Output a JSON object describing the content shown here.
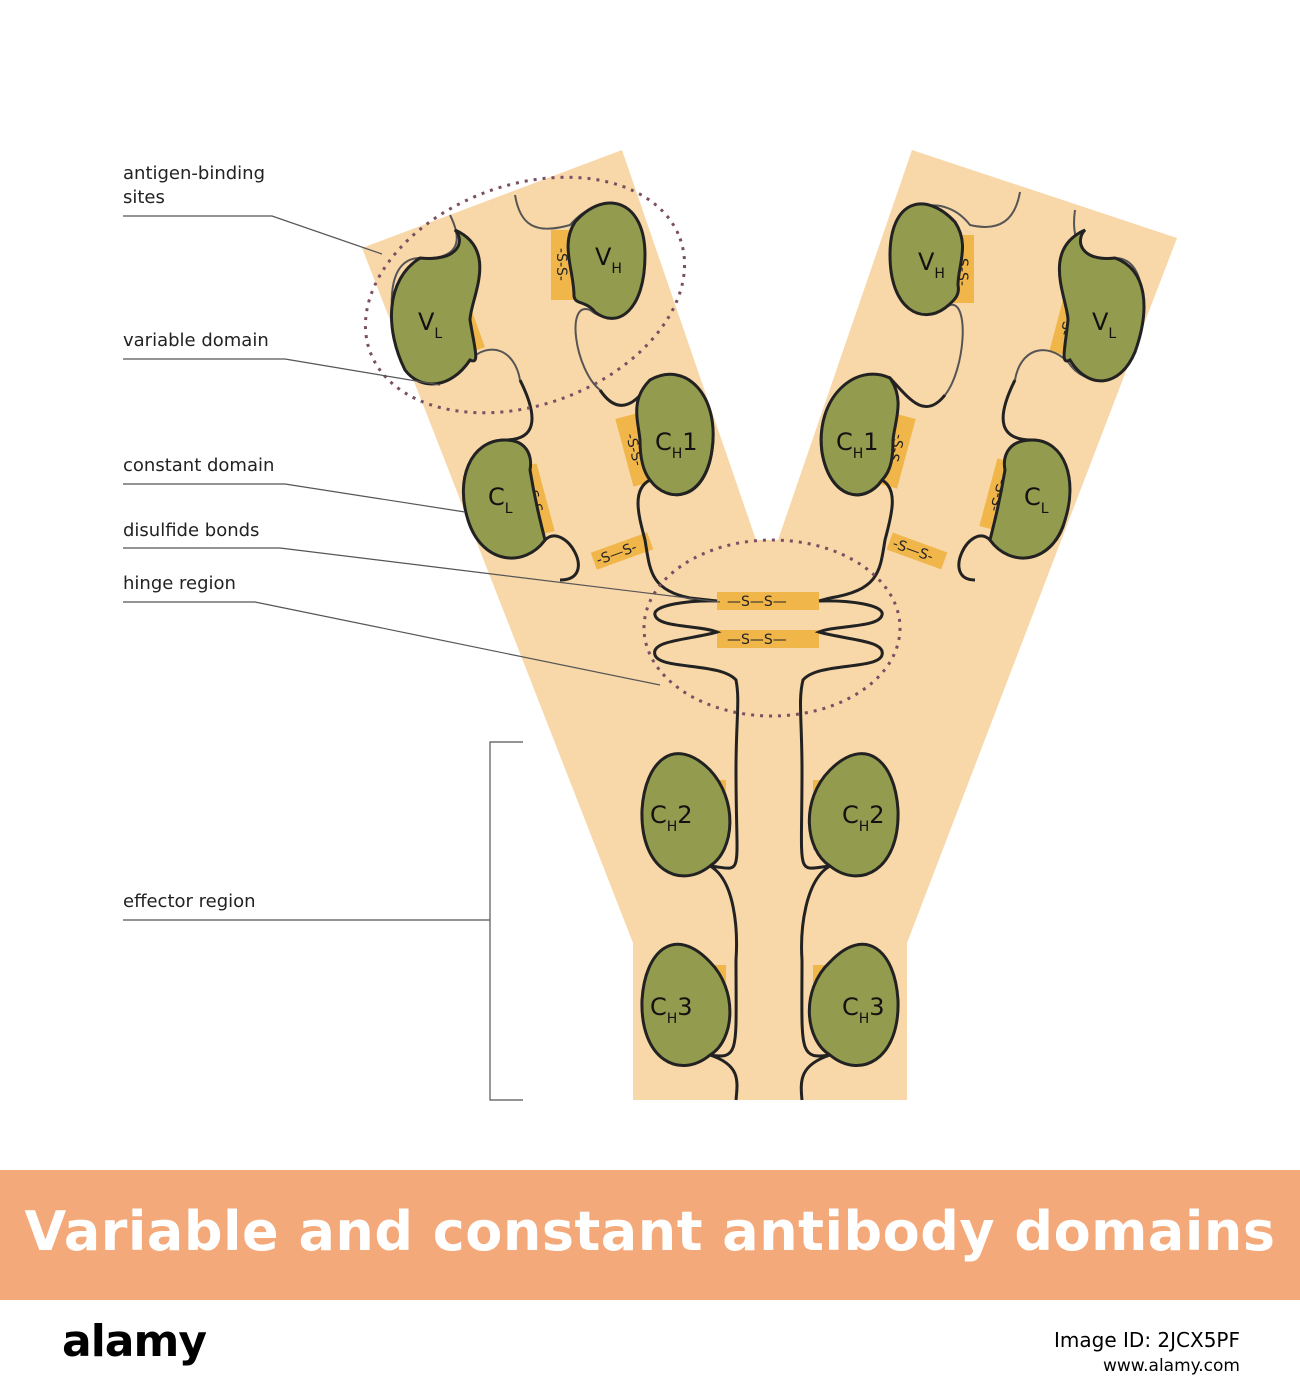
{
  "labels": {
    "antigen_binding_sites_line1": "antigen-binding",
    "antigen_binding_sites_line2": "sites",
    "variable_domain": "variable domain",
    "constant_domain": "constant domain",
    "disulfide_bonds": "disulfide bonds",
    "hinge_region": "hinge region",
    "effector_region": "effector region"
  },
  "domains": {
    "v_light": {
      "main": "V",
      "sub": "L"
    },
    "v_heavy": {
      "main": "V",
      "sub": "H"
    },
    "c_light": {
      "main": "C",
      "sub": "L"
    },
    "c_heavy_1": {
      "main": "C",
      "sub": "H",
      "suffix": "1"
    },
    "c_heavy_2": {
      "main": "C",
      "sub": "H",
      "suffix": "2"
    },
    "c_heavy_3": {
      "main": "C",
      "sub": "H",
      "suffix": "3"
    }
  },
  "bond_text": "S—S",
  "banner": {
    "title": "Variable and constant antibody domains"
  },
  "footer": {
    "brand": "alamy",
    "image_id": "Image ID: 2JCX5PF",
    "site": "www.alamy.com"
  },
  "colors": {
    "antibody_fill": "#f8d7a8",
    "domain_fill": "#929b4e",
    "bond_fill": "#f1b64a",
    "dotted_outline": "#7b4f63",
    "banner": "#f4a97a"
  }
}
